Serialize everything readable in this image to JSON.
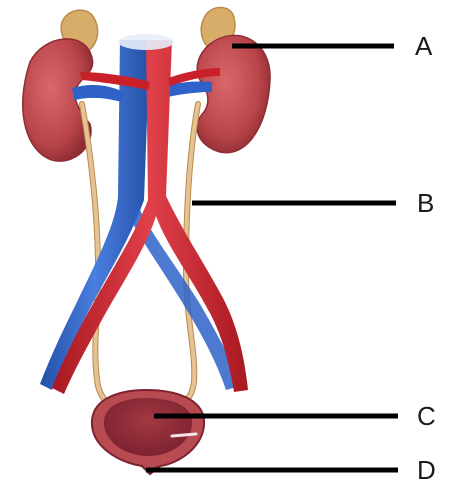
{
  "diagram": {
    "labels": [
      {
        "id": "A",
        "text": "A",
        "target": "kidney"
      },
      {
        "id": "B",
        "text": "B",
        "target": "ureter"
      },
      {
        "id": "C",
        "text": "C",
        "target": "bladder"
      },
      {
        "id": "D",
        "text": "D",
        "target": "urethra"
      }
    ],
    "colors": {
      "kidney": "#b9454a",
      "kidney_dark": "#8e2d33",
      "adrenal": "#d8ad6a",
      "vein": "#2f62c8",
      "artery": "#c9202a",
      "ureter": "#e5c394",
      "bladder": "#b84a52",
      "leader_line": "#000000"
    }
  }
}
